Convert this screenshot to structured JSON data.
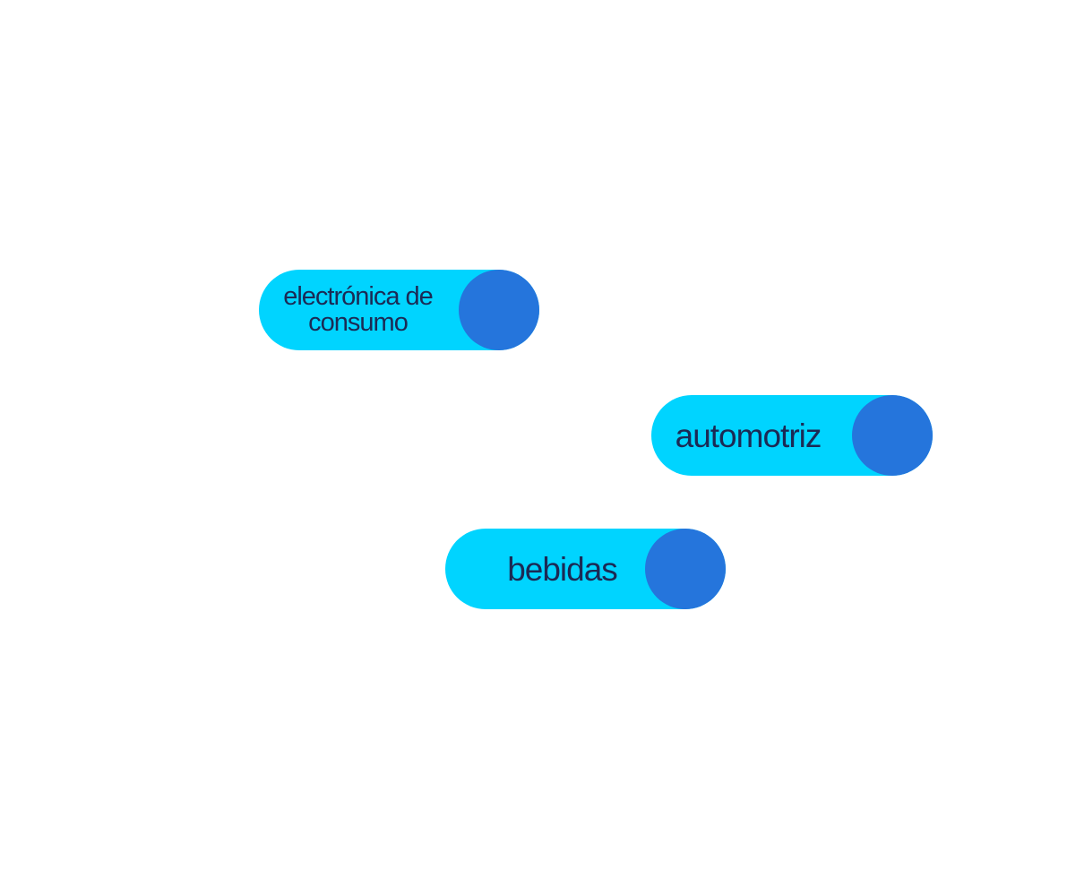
{
  "colors": {
    "background": "#ffffff",
    "pill_fill": "#00d4ff",
    "knob_fill": "#2575dc",
    "label_text": "#1b2a55"
  },
  "toggles": [
    {
      "label": "electrónica de\nconsumo",
      "state": "on"
    },
    {
      "label": "automotriz",
      "state": "on"
    },
    {
      "label": "bebidas",
      "state": "on"
    }
  ]
}
